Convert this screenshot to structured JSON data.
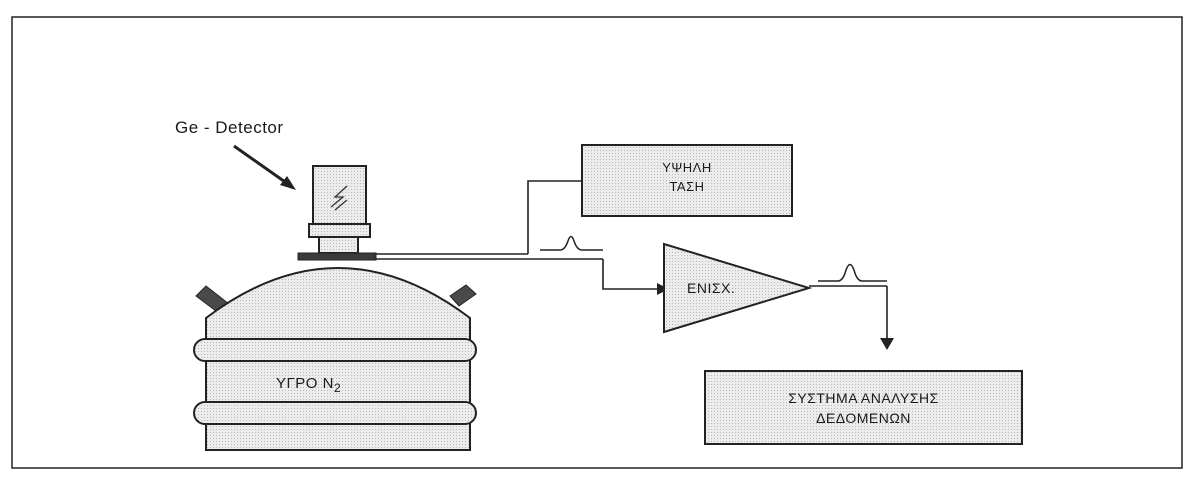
{
  "detector_label": "Ge - Detector",
  "high_voltage": {
    "line1": "ΥΨΗΛΗ",
    "line2": "ΤΑΣΗ"
  },
  "amplifier_label": "ΕΝΙΣΧ.",
  "dewar": {
    "label_main": "ΥΓΡΟ Ν",
    "label_sub": "2"
  },
  "analysis_system": {
    "line1": "ΣΥΣΤΗΜΑ ΑΝΑΛΥΣΗΣ",
    "line2": "ΔΕΔΟΜΕΝΩΝ"
  },
  "colors": {
    "box_fill": "#e3e3e3",
    "stroke": "#1f1f1f",
    "dark_fill": "#4a4a4a"
  }
}
